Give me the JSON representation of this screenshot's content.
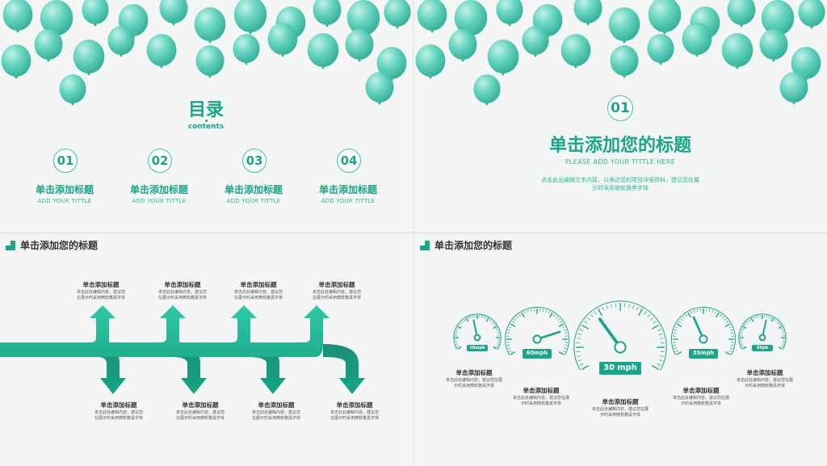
{
  "colors": {
    "accent": "#1aa58a",
    "accent_light": "#34c3a5",
    "balloon": "#5fd3bd",
    "text": "#333333"
  },
  "slide1": {
    "title": "目录",
    "subtitle": "contents",
    "items": [
      {
        "num": "01",
        "title": "单击添加标题",
        "sub": "ADD YOUR TITTLE"
      },
      {
        "num": "02",
        "title": "单击添加标题",
        "sub": "ADD YOUR TITTLE"
      },
      {
        "num": "03",
        "title": "单击添加标题",
        "sub": "ADD YOUR TITTLE"
      },
      {
        "num": "04",
        "title": "单击添加标题",
        "sub": "ADD YOUR TITTLE"
      }
    ]
  },
  "slide2": {
    "num": "01",
    "title": "单击添加您的标题",
    "subtitle": "PLEASE ADD YOUR TITTLE HERE",
    "body_line1": "点击此出编辑文本内容，以表达您的项目详细资料，建议您在展",
    "body_line2": "示时采用微软雅黑字体"
  },
  "slide3": {
    "header": "单击添加您的标题",
    "top_labels": [
      {
        "title": "单击添加标题",
        "line1": "单击此处编辑内容，建议您",
        "line2": "在展示时采用微软雅黑字体"
      },
      {
        "title": "单击添加标题",
        "line1": "单击此处编辑内容，建议您",
        "line2": "在展示时采用微软雅黑字体"
      },
      {
        "title": "单击添加标题",
        "line1": "单击此处编辑内容，建议您",
        "line2": "在展示时采用微软雅黑字体"
      },
      {
        "title": "单击添加标题",
        "line1": "单击此处编辑内容，建议您",
        "line2": "在展示时采用微软雅黑字体"
      }
    ],
    "bottom_labels": [
      {
        "title": "单击添加标题",
        "line1": "单击此处编辑内容，建议您",
        "line2": "在展示时采用微软雅黑字体"
      },
      {
        "title": "单击添加标题",
        "line1": "单击此处编辑内容，建议您",
        "line2": "在展示时采用微软雅黑字体"
      },
      {
        "title": "单击添加标题",
        "line1": "单击此处编辑内容，建议您",
        "line2": "在展示时采用微软雅黑字体"
      },
      {
        "title": "单击添加标题",
        "line1": "单击此处编辑内容，建议您",
        "line2": "在展示时采用微软雅黑字体"
      }
    ]
  },
  "slide4": {
    "header": "单击添加您的标题",
    "gauges": [
      {
        "speed": "20mph",
        "level": 0.45
      },
      {
        "speed": "60mph",
        "level": 0.8
      },
      {
        "speed": "30 mph",
        "level": 0.35
      },
      {
        "speed": "35mph",
        "level": 0.4
      },
      {
        "speed": "50ph",
        "level": 0.55
      }
    ],
    "labels": [
      {
        "title": "单击添加标题",
        "line1": "单击此处编辑内容，建议您在展",
        "line2": "示时采用微软雅黑字体"
      },
      {
        "title": "单击添加标题",
        "line1": "单击此处编辑内容，建议您在展",
        "line2": "示时采用微软雅黑字体"
      },
      {
        "title": "单击添加标题",
        "line1": "单击此处编辑内容，建议您在展",
        "line2": "示时采用微软雅黑字体"
      },
      {
        "title": "单击添加标题",
        "line1": "单击此处编辑内容，建议您在展",
        "line2": "示时采用微软雅黑字体"
      },
      {
        "title": "单击添加标题",
        "line1": "单击此处编辑内容，建议您在展",
        "line2": "示时采用微软雅黑字体"
      }
    ]
  }
}
